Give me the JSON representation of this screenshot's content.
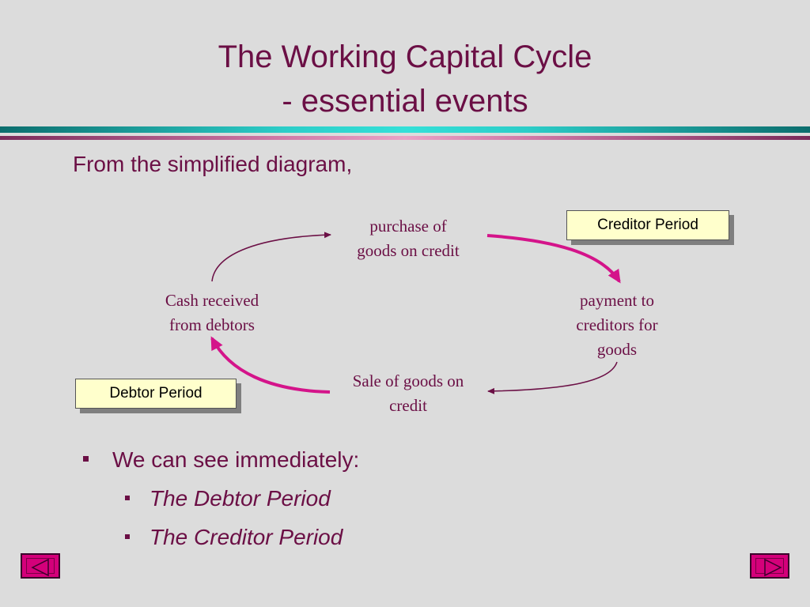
{
  "title": {
    "line1": "The Working Capital Cycle",
    "line2": "- essential events"
  },
  "intro": "From the simplified diagram,",
  "diagram": {
    "nodes": {
      "purchase": "purchase of\ngoods on credit",
      "payment": "payment to\ncreditors for\ngoods",
      "sale": "Sale of goods on\ncredit",
      "cash": "Cash received\nfrom debtors"
    },
    "callouts": {
      "creditor": "Creditor Period",
      "debtor": "Debtor Period"
    },
    "colors": {
      "thin_arrow": "#6b0f45",
      "thick_arrow": "#d4148a"
    }
  },
  "bullets": {
    "main": "We can see immediately:",
    "sub": [
      "The Debtor Period",
      "The Creditor Period"
    ]
  },
  "nav": {
    "prev_icon": "triangle-left-icon",
    "next_icon": "triangle-right-icon"
  }
}
